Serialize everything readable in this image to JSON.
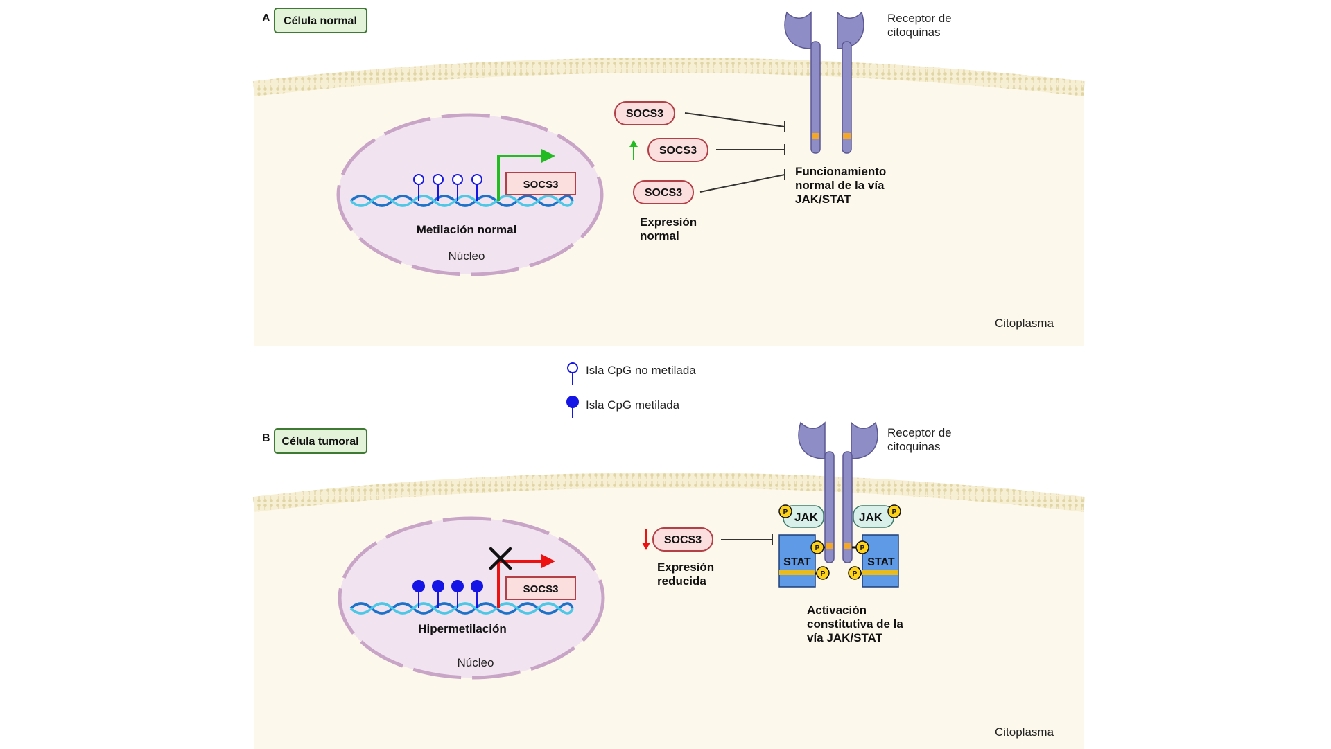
{
  "panel_a": {
    "letter": "A",
    "badge": "Célula normal",
    "receptor_label": [
      "Receptor de",
      "citoquinas"
    ],
    "socs3_labels": [
      "SOCS3",
      "SOCS3",
      "SOCS3"
    ],
    "expression_label": [
      "Expresión",
      "normal"
    ],
    "pathway_label": [
      "Funcionamiento",
      "normal de la vía",
      "JAK/STAT"
    ],
    "gene_label": "SOCS3",
    "methylation_label": "Metilación normal",
    "nucleus_label": "Núcleo",
    "cytoplasm_label": "Citoplasma",
    "arrow_color": "#22bb22"
  },
  "legend": {
    "unmethylated": "Isla CpG no metilada",
    "methylated": "Isla CpG  metilada"
  },
  "panel_b": {
    "letter": "B",
    "badge": "Célula tumoral",
    "receptor_label": [
      "Receptor de",
      "citoquinas"
    ],
    "socs3_label": "SOCS3",
    "expression_label": [
      "Expresión",
      "reducida"
    ],
    "pathway_label": [
      "Activación",
      "constitutiva de la",
      "vía JAK/STAT"
    ],
    "gene_label": "SOCS3",
    "methylation_label": "Hipermetilación",
    "nucleus_label": "Núcleo",
    "cytoplasm_label": "Citoplasma",
    "jak_label": "JAK",
    "stat_label": "STAT",
    "phospho_label": "P",
    "arrow_color": "#ee1111"
  },
  "colors": {
    "cytoplasm": "#fdf8ec",
    "membrane": "#e6dcae",
    "nucleus_fill": "#f1e3ef",
    "nucleus_border": "#c8a5c6",
    "receptor": "#8f8dc6",
    "receptor_stroke": "#5a5792",
    "dna_dark": "#1c72c9",
    "dna_light": "#4cc7e6",
    "cpg": "#1515e6",
    "socs3_fill": "#fbdede",
    "socs3_stroke": "#b33f47",
    "badge_fill": "#e3f3d9",
    "badge_stroke": "#3f7a34",
    "jak_fill": "#d9f0ea",
    "stat_fill": "#5f9ae6",
    "phospho_fill": "#ffd21a"
  }
}
